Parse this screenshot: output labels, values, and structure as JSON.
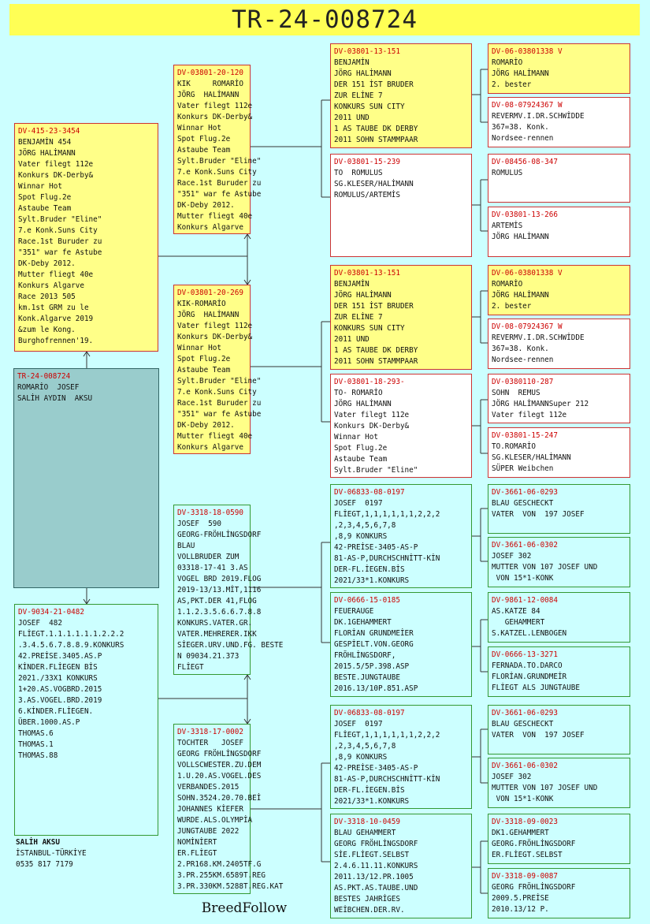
{
  "title": "TR-24-008724",
  "footer": "BreedFollow",
  "owner": {
    "name": "SALİH AKSU",
    "lines": [
      "İSTANBUL-TÜRKİYE",
      "0535 817 7179"
    ]
  },
  "subject": {
    "id": "TR-24-008724",
    "lines": [
      "ROMARİO  JOSEF",
      "SALİH AYDIN  AKSU"
    ]
  },
  "gen1": [
    {
      "id": "DV-415-23-3454",
      "lines": [
        "BENJAMİN 454",
        "JÖRG HALİMANN",
        "Vater filegt 112e",
        "Konkurs DK-Derby&",
        "Winnar Hot",
        "Spot Flug.2e",
        "Astaube Team",
        "Sylt.Bruder \"Eline\"",
        "7.e Konk.Suns City",
        "Race.1st Buruder zu",
        "\"351\" war fe Astube",
        "DK-Deby 2012.",
        "Mutter fliegt 40e",
        "Konkurs Algarve",
        "Race 2013 505",
        "km.1st GRM zu le",
        "Konk.Algarve 2019",
        "&zum le Kong.",
        "Burghofrennen'19."
      ]
    },
    {
      "id": "DV-9034-21-0482",
      "lines": [
        "JOSEF  482",
        "FLİEGT.1.1.1.1.1.1.2.2.2",
        ".3.4.5.6.7.8.8.9.KONKURS",
        "42.PREİSE.3405.AS.P",
        "KİNDER.FLİEGEN BİS",
        "2021./33X1 KONKURS",
        "1+20.AS.VOGBRD.2015",
        "3.AS.VOGEL.BRD.2019",
        "6.KİNDER.FLİEGEN.",
        "ÜBER.1000.AS.P",
        "THOMAS.6",
        "THOMAS.1",
        "THOMAS.88"
      ]
    }
  ],
  "gen2": [
    {
      "id": "DV-03801-20-120",
      "lines": [
        "KIK     ROMARİO",
        "JÖRG  HALİMANN",
        "Vater filegt 112e",
        "Konkurs DK-Derby&",
        "Winnar Hot",
        "Spot Flug.2e",
        "Astaube Team",
        "Sylt.Bruder \"Eline\"",
        "7.e Konk.Suns City",
        "Race.1st Buruder zu",
        "\"351\" war fe Astube",
        "DK-Deby 2012.",
        "Mutter fliegt 40e",
        "Konkurs Algarve"
      ]
    },
    {
      "id": "DV-03801-20-269",
      "lines": [
        "KIK-ROMARİO",
        "JÖRG  HALİMANN",
        "Vater filegt 112e",
        "Konkurs DK-Derby&",
        "Winnar Hot",
        "Spot Flug.2e",
        "Astaube Team",
        "Sylt.Bruder \"Eline\"",
        "7.e Konk.Suns City",
        "Race.1st Buruder zu",
        "\"351\" war fe Astube",
        "DK-Deby 2012.",
        "Mutter fliegt 40e",
        "Konkurs Algarve"
      ]
    },
    {
      "id": "DV-3318-18-0590",
      "lines": [
        "JOSEF  590",
        "GEORG-FRÖHLİNGSDORF",
        "BLAU",
        "VOLLBRUDER ZUM",
        "03318-17-41 3.AS",
        "VOGEL BRD 2019.FLOG",
        "2019-13/13.MİT,1116",
        "AS,PKT.DER 41,FLOG",
        "1.1.2.3.5.6.6.7.8.8",
        "KONKURS.VATER.GR.",
        "VATER.MEHRERER.IKK",
        "SİEGER.URV.UND.FG. BESTE",
        "N 09034.21.373",
        "FLİEGT"
      ]
    },
    {
      "id": "DV-3318-17-0002",
      "lines": [
        "TOCHTER   JOSEF",
        "GEORG FRÖHLİNGSDORF",
        "VOLLSCWESTER.ZU.DEM",
        "1.U.20.AS.VOGEL.DES",
        "VERBANDES.2015",
        "SOHN.3524.20.70.BEİ",
        "JOHANNES KİEFER",
        "WURDE.ALS.OLYMPİA",
        "JUNGTAUBE 2022",
        "NOMİNİERT",
        "ER.FLİEGT",
        "2.PR168.KM.2405TF.G",
        "3.PR.255KM.6589T.REG",
        "3.PR.330KM.5288T.REG.KAT"
      ]
    }
  ],
  "gen3": [
    {
      "id": "DV-03801-13-151",
      "lines": [
        "BENJAMİN",
        "JÖRG HALİMANN",
        "DER 151 İST BRUDER",
        "ZUR ELİNE 7",
        "KONKURS SUN CITY",
        "2011 UND",
        "1 AS TAUBE DK DERBY",
        "2011 SOHN STAMMPAAR"
      ]
    },
    {
      "id": "DV-03801-15-239",
      "lines": [
        "TO  ROMULUS",
        "SG.KLESER/HALİMANN",
        "ROMULUS/ARTEMİS"
      ]
    },
    {
      "id": "DV-03801-13-151",
      "lines": [
        "BENJAMİN",
        "JÖRG HALİMANN",
        "DER 151 İST BRUDER",
        "ZUR ELİNE 7",
        "KONKURS SUN CITY",
        "2011 UND",
        "1 AS TAUBE DK DERBY",
        "2011 SOHN STAMMPAAR"
      ]
    },
    {
      "id": "DV-03801-18-293-",
      "lines": [
        "TO- ROMARİO",
        "JÖRG HALİMANN",
        "Vater filegt 112e",
        "Konkurs DK-Derby&",
        "Winnar Hot",
        "Spot Flug.2e",
        "Astaube Team",
        "Sylt.Bruder \"Eline\""
      ]
    },
    {
      "id": "DV-06833-08-0197",
      "lines": [
        "JOSEF  0197",
        "FLİEGT,1,1,1,1,1,1,2,2,2",
        ",2,3,4,5,6,7,8",
        ",8,9 KONKURS",
        "42-PREİSE-3405-AS-P",
        "81-AS-P,DURCHSCHNİTT-KİN",
        "DER-FL.İEGEN.BİS",
        "2021/33*1.KONKURS"
      ]
    },
    {
      "id": "DV-0666-15-0185",
      "lines": [
        "FEUERAUGE",
        "DK.1GEHAMMERT",
        "FLORİAN GRUNDMEİER",
        "GESPİELT.VON.GEORG",
        "FRÖHLİNGSDORF,",
        "2015.5/5P.398.ASP",
        "BESTE.JUNGTAUBE",
        "2016.13/10P.851.ASP"
      ]
    },
    {
      "id": "DV-06833-08-0197",
      "lines": [
        "JOSEF  0197",
        "FLİEGT,1,1,1,1,1,1,2,2,2",
        ",2,3,4,5,6,7,8",
        ",8,9 KONKURS",
        "42-PREİSE-3405-AS-P",
        "81-AS-P,DURCHSCHNİTT-KİN",
        "DER-FL.İEGEN.BİS",
        "2021/33*1.KONKURS"
      ]
    },
    {
      "id": "DV-3318-10-0459",
      "lines": [
        "BLAU GEHAMMERT",
        "GEORG FRÖHLİNGSDORF",
        "SİE.FLİEGT.SELBST",
        "2.4.6.11.11.KONKURS",
        "2011.13/12.PR.1005",
        "AS.PKT.AS.TAUBE.UND",
        "BESTES JAHRİGES",
        "WEİBCHEN.DER.RV."
      ]
    }
  ],
  "gen4": [
    {
      "id": "DV-06-03801338 V",
      "lines": [
        "ROMARİO",
        "JÖRG HALİMANN",
        "2. bester"
      ]
    },
    {
      "id": "DV-08-07924367 W",
      "lines": [
        "REVERMV.I.DR.SCHWİDDE",
        "367=38. Konk.",
        "Nordsee-rennen"
      ]
    },
    {
      "id": "DV-08456-08-347",
      "lines": [
        "ROMULUS"
      ]
    },
    {
      "id": "DV-03801-13-266",
      "lines": [
        "ARTEMİS",
        "JÖRG HALİMANN"
      ]
    },
    {
      "id": "DV-06-03801338 V",
      "lines": [
        "ROMARİO",
        "JÖRG HALİMANN",
        "2. bester"
      ]
    },
    {
      "id": "DV-08-07924367 W",
      "lines": [
        "REVERMV.I.DR.SCHWİDDE",
        "367=38. Konk.",
        "Nordsee-rennen"
      ]
    },
    {
      "id": "DV-0380110-287",
      "lines": [
        "SOHN  REMUS",
        "JÖRG HALİMANNSuper 212",
        "Vater filegt 112e"
      ]
    },
    {
      "id": "DV-03801-15-247",
      "lines": [
        "TO.ROMARİO",
        "SG.KLESER/HALİMANN",
        "SÜPER Weibchen"
      ]
    },
    {
      "id": "DV-3661-06-0293",
      "lines": [
        "BLAU GESCHECKT",
        "VATER  VON  197 JOSEF"
      ]
    },
    {
      "id": "DV-3661-06-0302",
      "lines": [
        "JOSEF 302",
        "MUTTER VON 107 JOSEF UND",
        " VON 15*1-KONK"
      ]
    },
    {
      "id": "DV-9861-12-0084",
      "lines": [
        "AS.KATZE 84",
        "   GEHAMMERT",
        "S.KATZEL.LENBOGEN"
      ]
    },
    {
      "id": "DV-0666-13-3271",
      "lines": [
        "FERNADA.TO.DARCO",
        "FLORİAN.GRUNDMEİR",
        "FLİEGT ALS JUNGTAUBE"
      ]
    },
    {
      "id": "DV-3661-06-0293",
      "lines": [
        "BLAU GESCHECKT",
        "VATER  VON  197 JOSEF"
      ]
    },
    {
      "id": "DV-3661-06-0302",
      "lines": [
        "JOSEF 302",
        "MUTTER VON 107 JOSEF UND",
        " VON 15*1-KONK"
      ]
    },
    {
      "id": "DV-3318-09-0023",
      "lines": [
        "DK1.GEHAMMERT",
        "GEORG.FRÖHLİNGSDORF",
        "ER.FLİEGT.SELBST"
      ]
    },
    {
      "id": "DV-3318-09-0087",
      "lines": [
        "GEORG FRÖHLİNGSDORF",
        "2009.5.PREİSE",
        "2010.13/12 P."
      ]
    }
  ]
}
